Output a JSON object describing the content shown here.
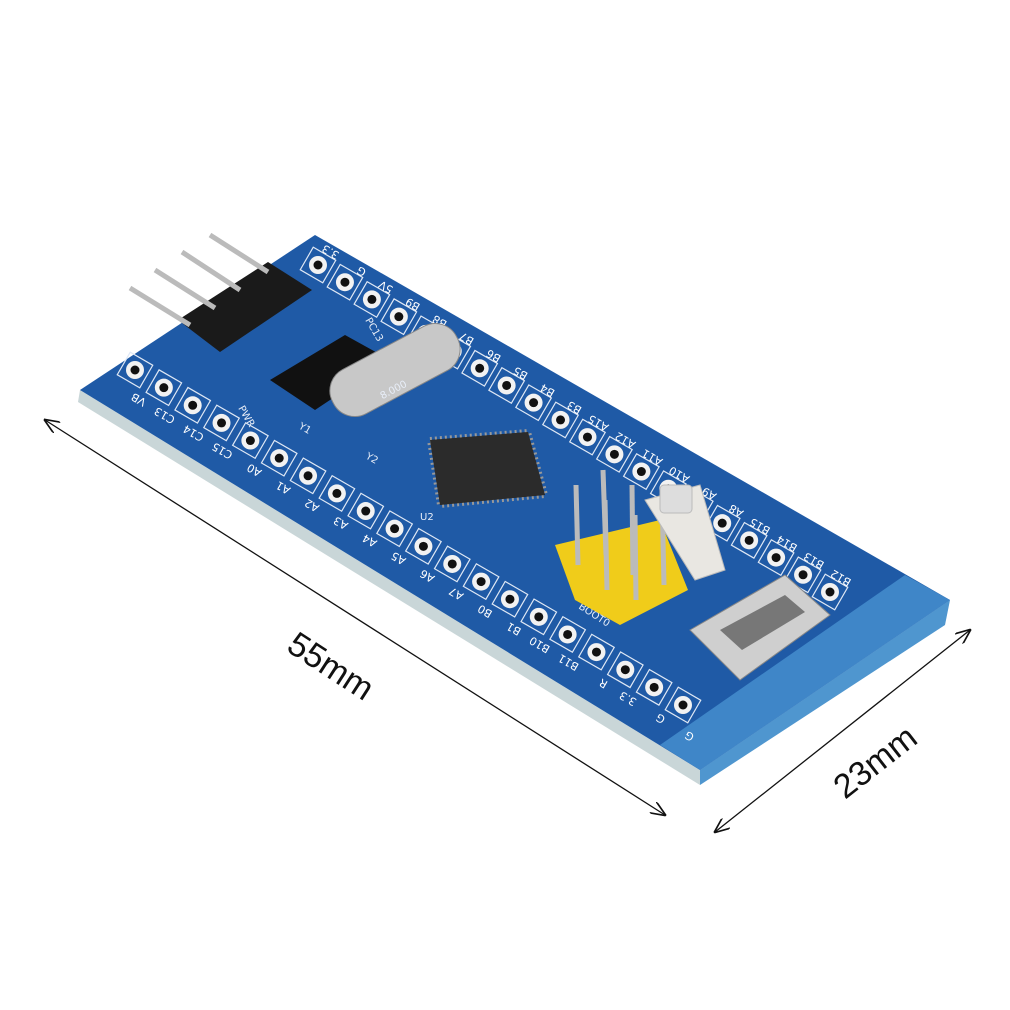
{
  "board": {
    "top_row_labels": [
      "3.3",
      "G",
      "5V",
      "B9",
      "B8",
      "B7",
      "B6",
      "B5",
      "B4",
      "B3",
      "A15",
      "A12",
      "A11",
      "A10",
      "A9",
      "A8",
      "B15",
      "B14",
      "B13",
      "B12"
    ],
    "bottom_row_labels": [
      "VB",
      "C13",
      "C14",
      "C15",
      "A0",
      "A1",
      "A2",
      "A3",
      "A4",
      "A5",
      "A6",
      "A7",
      "B0",
      "B1",
      "B10",
      "B11",
      "R",
      "3.3",
      "G",
      "G"
    ],
    "silkscreen": {
      "pwr": "PWR",
      "pc13": "PC13",
      "y1": "Y1",
      "y2": "Y2",
      "u2": "U2",
      "boot0": "BOOT0",
      "crystal": "8.000"
    },
    "colors": {
      "pcb": "#1f5aa6",
      "pcb_edge": "#5a9fd8",
      "header": "#1a1a1a",
      "jumper": "#f0cc1a",
      "chip": "#2b2b2b"
    }
  },
  "dimensions": {
    "length": "55mm",
    "width": "23mm"
  }
}
